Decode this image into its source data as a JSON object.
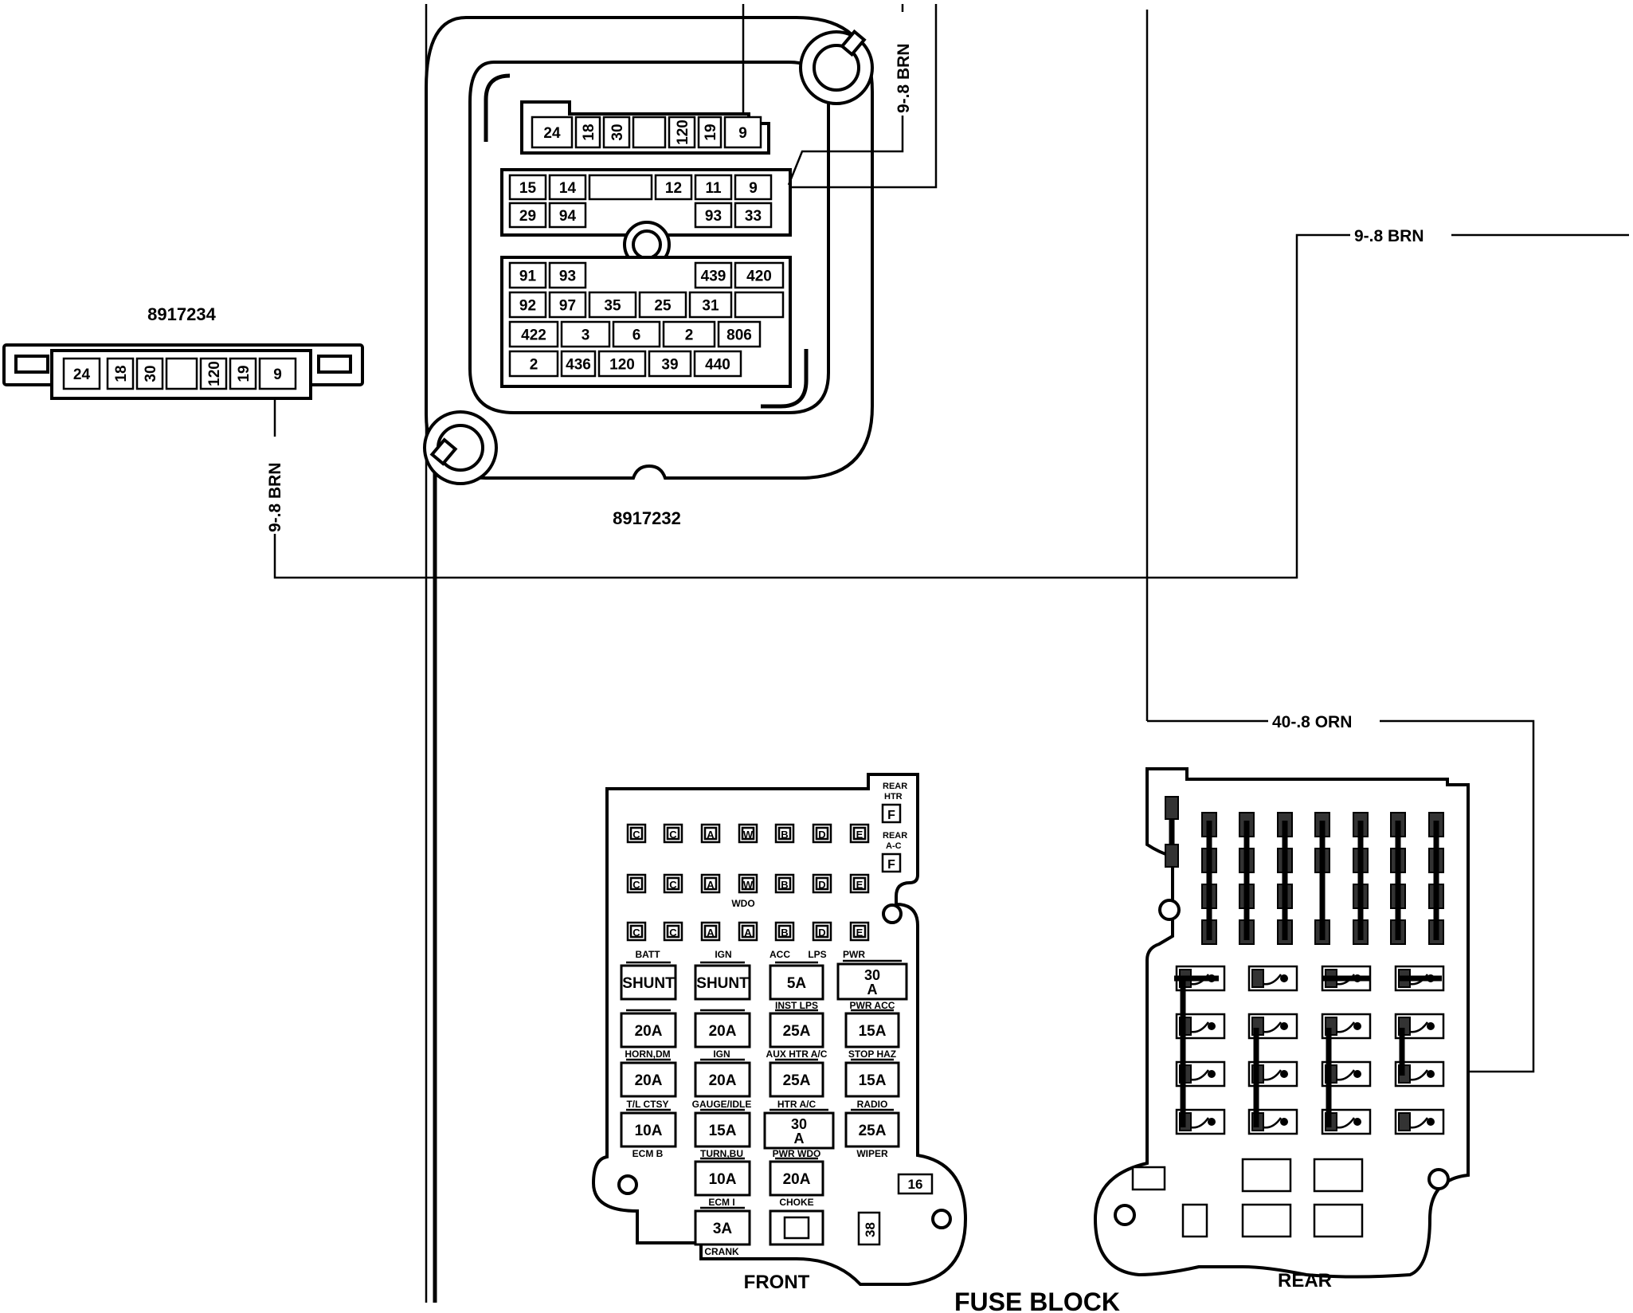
{
  "connectors": {
    "small": {
      "part_number": "8917234",
      "pins": [
        "24",
        "18",
        "30",
        "",
        "120",
        "19",
        "9"
      ]
    },
    "large": {
      "part_number": "8917232",
      "top_row": [
        "24",
        "18",
        "30",
        "",
        "120",
        "19",
        "9"
      ],
      "mid_row1": [
        "15",
        "14",
        "",
        "12",
        "11",
        "9"
      ],
      "mid_row2": [
        "29",
        "94",
        "93",
        "33"
      ],
      "low_row1": [
        "91",
        "93",
        "439",
        "420"
      ],
      "low_row2": [
        "92",
        "97",
        "35",
        "25",
        "31",
        ""
      ],
      "low_row3": [
        "422",
        "3",
        "6",
        "2",
        "806"
      ],
      "low_row4": [
        "2",
        "436",
        "120",
        "39",
        "440"
      ]
    }
  },
  "wires": {
    "w_top": "9-.8 BRN",
    "w_left": "9-.8 BRN",
    "w_right": "9-.8 BRN",
    "w_orn": "40-.8 ORN"
  },
  "fuse_block": {
    "title": "FUSE BLOCK",
    "front_label": "FRONT",
    "rear_label": "REAR",
    "rear_htr": [
      "REAR",
      "HTR"
    ],
    "rear_ac": [
      "REAR",
      "A-C"
    ],
    "rear_htr_letter": "F",
    "rear_ac_letter": "F",
    "cavity_rows": [
      [
        "C",
        "C",
        "A",
        "W",
        "B",
        "D",
        "E"
      ],
      [
        "C",
        "C",
        "A",
        "W",
        "B",
        "D",
        "E"
      ],
      [
        "C",
        "C",
        "A",
        "A",
        "B",
        "D",
        "E"
      ]
    ],
    "wdo": "WDO",
    "top_labels": [
      "BATT",
      "IGN",
      "ACC",
      "LPS",
      "PWR"
    ],
    "fuses": [
      {
        "id": "f1",
        "value": "SHUNT"
      },
      {
        "id": "f2",
        "value": "SHUNT"
      },
      {
        "id": "f3",
        "value": "5A"
      },
      {
        "id": "f4",
        "value": "30",
        "value2": "A"
      },
      {
        "id": "f5",
        "value": "20A"
      },
      {
        "id": "f6",
        "value": "20A"
      },
      {
        "id": "f7",
        "value": "25A"
      },
      {
        "id": "f8",
        "value": "15A"
      },
      {
        "id": "f9",
        "value": "20A"
      },
      {
        "id": "f10",
        "value": "20A"
      },
      {
        "id": "f11",
        "value": "25A"
      },
      {
        "id": "f12",
        "value": "15A"
      },
      {
        "id": "f13",
        "value": "10A"
      },
      {
        "id": "f14",
        "value": "15A"
      },
      {
        "id": "f15",
        "value": "30",
        "value2": "A"
      },
      {
        "id": "f16",
        "value": "25A"
      },
      {
        "id": "f17",
        "value": "10A"
      },
      {
        "id": "f18",
        "value": "20A"
      },
      {
        "id": "f19",
        "value": "3A"
      }
    ],
    "circuit_labels": {
      "inst_lps": "INST LPS",
      "pwr_acc": "PWR ACC",
      "horn_dm": "HORN,DM",
      "ign": "IGN",
      "aux_htr_ac": "AUX HTR A/C",
      "stop_haz": "STOP HAZ",
      "tl_ctsy": "T/L CTSY",
      "gauge_idle": "GAUGE/IDLE",
      "htr_ac": "HTR A/C",
      "radio": "RADIO",
      "ecm_b": "ECM B",
      "turn_bu": "TURN,BU",
      "pwr_wdo": "PWR WDO",
      "wiper": "WIPER",
      "ecm_i": "ECM I",
      "choke": "CHOKE",
      "crank": "CRANK"
    },
    "cavity_16": "16",
    "cavity_38": "38"
  }
}
